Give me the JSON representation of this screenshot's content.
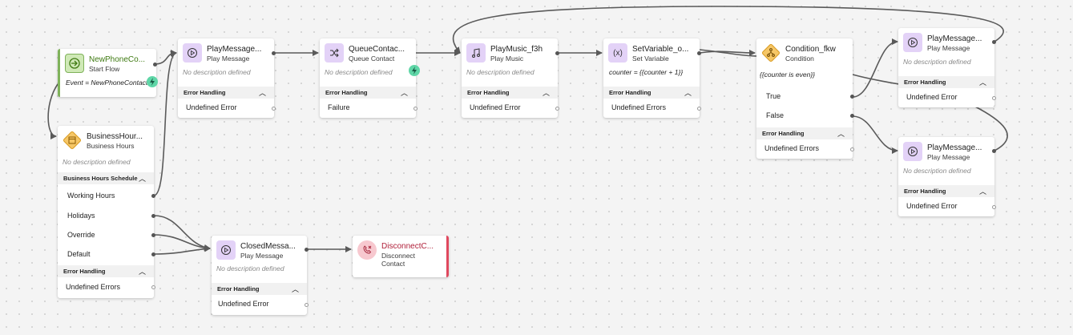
{
  "nodes": {
    "start": {
      "title": "NewPhoneCo...",
      "subtitle": "Start Flow",
      "event": "Event = NewPhoneContact"
    },
    "businessHours": {
      "title": "BusinessHour...",
      "subtitle": "Business Hours",
      "description": "No description defined",
      "schedule_header": "Business Hours Schedule",
      "outputs": [
        "Working Hours",
        "Holidays",
        "Override",
        "Default"
      ],
      "error_header": "Error Handling",
      "error_output": "Undefined Errors"
    },
    "play1": {
      "title": "PlayMessage...",
      "subtitle": "Play Message",
      "description": "No description defined",
      "error_header": "Error Handling",
      "error_output": "Undefined Error"
    },
    "queue": {
      "title": "QueueContac...",
      "subtitle": "Queue Contact",
      "description": "No description defined",
      "error_header": "Error Handling",
      "error_output": "Failure"
    },
    "music": {
      "title": "PlayMusic_f3h",
      "subtitle": "Play Music",
      "description": "No description defined",
      "error_header": "Error Handling",
      "error_output": "Undefined Error"
    },
    "setvar": {
      "title": "SetVariable_o...",
      "subtitle": "Set Variable",
      "expression": "counter = {{counter + 1}}",
      "error_header": "Error Handling",
      "error_output": "Undefined Errors"
    },
    "condition": {
      "title": "Condition_fkw",
      "subtitle": "Condition",
      "expression": "{{counter is even}}",
      "true_label": "True",
      "false_label": "False",
      "error_header": "Error Handling",
      "error_output": "Undefined Errors"
    },
    "play2": {
      "title": "PlayMessage...",
      "subtitle": "Play Message",
      "description": "No description defined",
      "error_header": "Error Handling",
      "error_output": "Undefined Error"
    },
    "play3": {
      "title": "PlayMessage...",
      "subtitle": "Play Message",
      "description": "No description defined",
      "error_header": "Error Handling",
      "error_output": "Undefined Error"
    },
    "closed": {
      "title": "ClosedMessa...",
      "subtitle": "Play Message",
      "description": "No description defined",
      "error_header": "Error Handling",
      "error_output": "Undefined Error"
    },
    "disconnect": {
      "title": "DisconnectC...",
      "subtitle_line1": "Disconnect",
      "subtitle_line2": "Contact"
    }
  },
  "colors": {
    "start_title": "#3f7a12",
    "disconnect_title": "#b0203a",
    "edge": "#5a5a5a",
    "accent_green": "#7fb25a",
    "accent_red": "#e0485e"
  },
  "icons": {
    "start": "start-arrow-icon",
    "businessHours": "calendar-icon",
    "play": "play-circle-icon",
    "queue": "shuffle-icon",
    "music": "music-note-icon",
    "setvar": "variable-x-icon",
    "condition": "branch-icon",
    "disconnect": "phone-hangup-icon",
    "badge": "lightning-icon",
    "chevron": "chevron-up-icon"
  }
}
